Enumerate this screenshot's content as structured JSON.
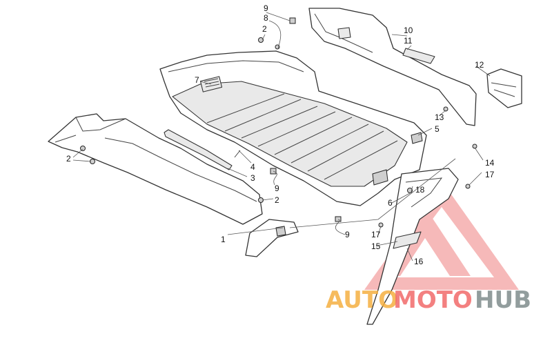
{
  "diagram": {
    "callouts": [
      "9",
      "8",
      "2",
      "7",
      "10",
      "11",
      "12",
      "13",
      "5",
      "14",
      "17",
      "2",
      "4",
      "3",
      "9",
      "18",
      "2",
      "6",
      "1",
      "9",
      "17",
      "15",
      "16"
    ]
  },
  "watermark": {
    "word_1": "AUTO",
    "word_2": "MOTO",
    "word_3": "HUB",
    "color_1": "#f5b041",
    "color_2": "#f26b6b",
    "color_3": "#7f8c8d"
  }
}
